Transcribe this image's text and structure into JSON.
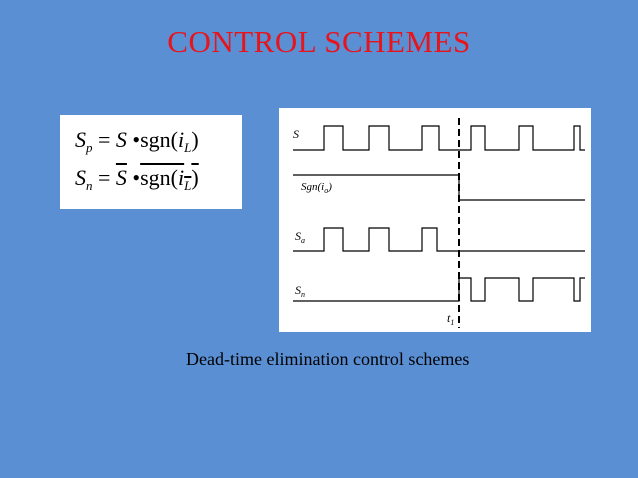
{
  "slide": {
    "title": "CONTROL SCHEMES",
    "caption": "Dead-time elimination control schemes"
  },
  "formulas": [
    {
      "lhs": "S",
      "sub": "p",
      "eq": "=",
      "s": "S",
      "op": "•",
      "fn": "sgn(",
      "arg": "i",
      "argsub": "L",
      "close": ")"
    },
    {
      "lhs": "S",
      "sub": "n",
      "eq": "=",
      "s": "S",
      "op": "•",
      "fn": "sgn(",
      "arg": "i",
      "argsub": "L",
      "close": ")"
    }
  ],
  "diagram": {
    "signals": [
      {
        "label": "S",
        "sub": ""
      },
      {
        "label": "Sgn(i",
        "sub": "o",
        "suffix": ")"
      },
      {
        "label": "S",
        "sub": "a"
      },
      {
        "label": "S",
        "sub": "n"
      }
    ],
    "time_marker": {
      "label": "t",
      "sub": "1"
    }
  },
  "colors": {
    "background": "#5a8fd4",
    "title": "#e8141c"
  }
}
